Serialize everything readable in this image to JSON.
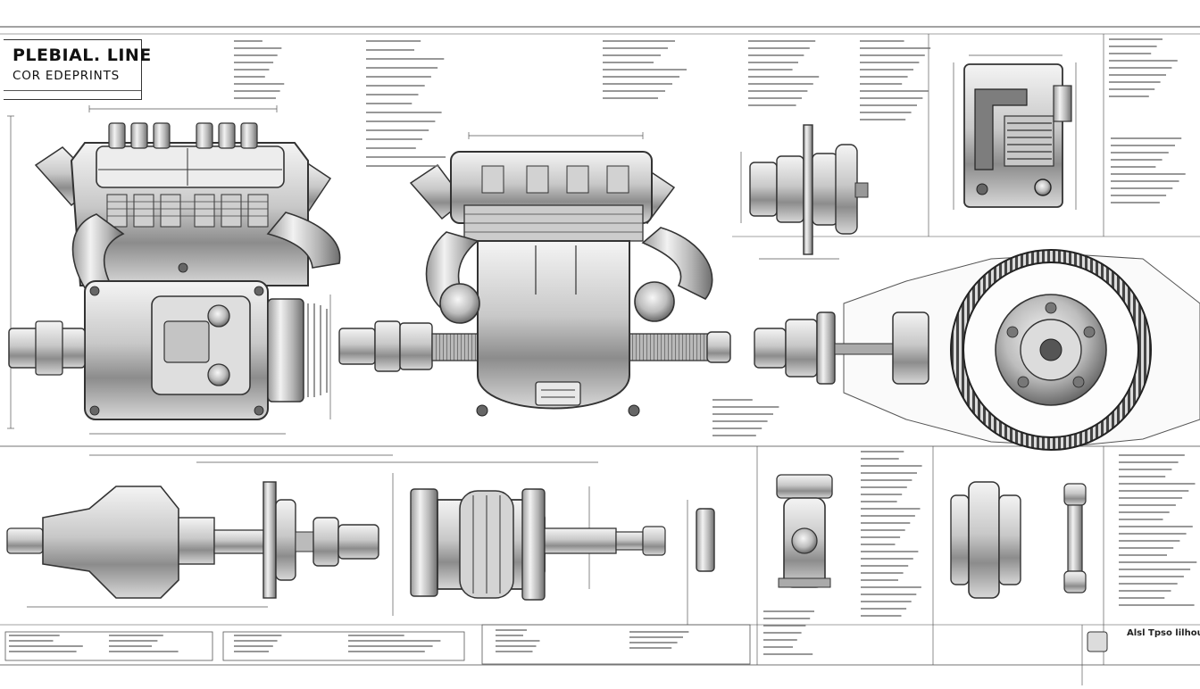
{
  "title": {
    "line1": "PLEBIAL. LINE",
    "line2": "COR EDEPRINTS"
  },
  "footer": {
    "label": "Alsl Tpso lilhoulcoir roct"
  },
  "colors": {
    "paper": "#ffffff",
    "ink": "#2a2a2a",
    "metal_light": "#e6e6e6",
    "metal_mid": "#a9a9a9",
    "metal_dark": "#4a4a4a"
  },
  "icons": [
    "engine-block",
    "manifold",
    "shaft",
    "flange",
    "pulley-wheel",
    "gear",
    "bracket"
  ]
}
